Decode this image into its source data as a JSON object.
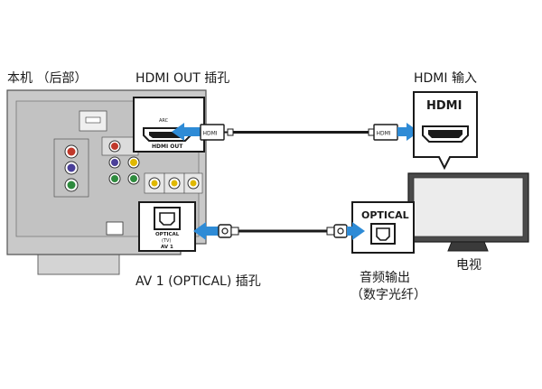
{
  "labels": {
    "unit_rear": "本机 （后部）",
    "hdmi_out_jack": "HDMI OUT 插孔",
    "hdmi_in": "HDMI 输入",
    "av1_optical_jack": "AV 1 (OPTICAL) 插孔",
    "tv": "电视",
    "audio_out_line1": "音频输出",
    "audio_out_line2": "（数字光纤）"
  },
  "panel": {
    "hdmi_out_box_arc": "ARC",
    "hdmi_out_box_label": "HDMI OUT",
    "hdmi_in_box_label": "HDMI",
    "optical_in_box_line1": "OPTICAL",
    "optical_in_box_line2": "(TV)",
    "optical_in_box_line3": "AV 1",
    "optical_out_box_label": "OPTICAL",
    "cable_plug_label": "HDMI"
  },
  "colors": {
    "arrow_blue": "#2e8bd6",
    "panel_gray": "#c8c8c8",
    "line_dark": "#1a1a1a"
  }
}
